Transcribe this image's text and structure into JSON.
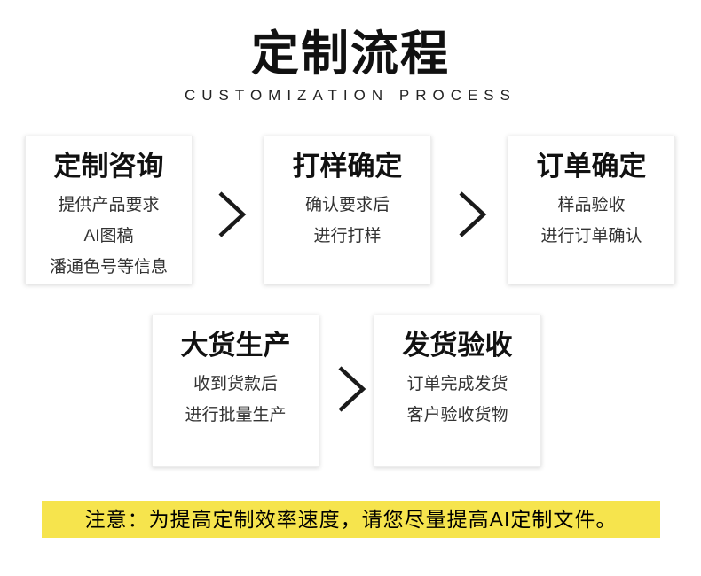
{
  "header": {
    "title": "定制流程",
    "subtitle": "CUSTOMIZATION PROCESS"
  },
  "steps": [
    {
      "title": "定制咨询",
      "lines": [
        "提供产品要求",
        "AI图稿",
        "潘通色号等信息"
      ]
    },
    {
      "title": "打样确定",
      "lines": [
        "确认要求后",
        "进行打样"
      ]
    },
    {
      "title": "订单确定",
      "lines": [
        "样品验收",
        "进行订单确认"
      ]
    },
    {
      "title": "大货生产",
      "lines": [
        "收到货款后",
        "进行批量生产"
      ]
    },
    {
      "title": "发货验收",
      "lines": [
        "订单完成发货",
        "客户验收货物"
      ]
    }
  ],
  "arrows": {
    "icon": "chevron-right-icon",
    "count": 3,
    "color": "#1a1a1a"
  },
  "notice": {
    "text": "注意：为提高定制效率速度，请您尽量提高AI定制文件。",
    "background_color": "#f6e44d",
    "text_color": "#000000"
  },
  "colors": {
    "page_background": "#ffffff",
    "box_background": "#ffffff",
    "box_border": "#ededed",
    "title_color": "#111111",
    "body_text_color": "#333333"
  }
}
